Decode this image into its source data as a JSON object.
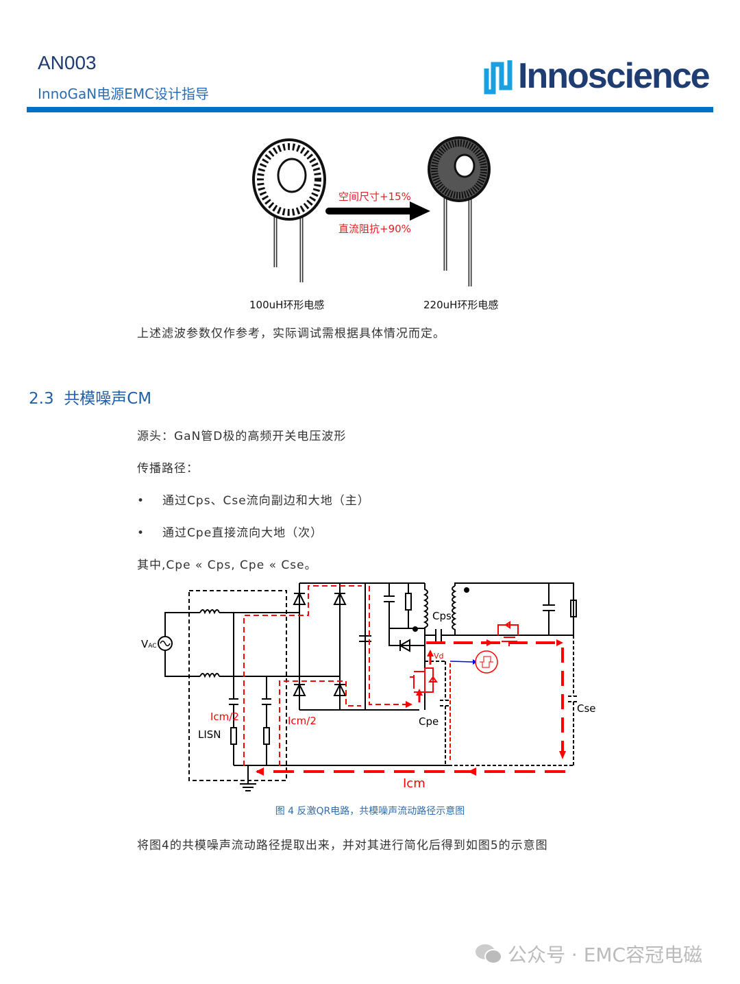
{
  "header": {
    "doc_id": "AN003",
    "subtitle": "InnoGaN电源EMC设计指导",
    "logo_text": "Innoscience",
    "accent_color": "#0070c0"
  },
  "figure_inductors": {
    "arrow_top_label": "空间尺寸+15%",
    "arrow_bottom_label": "直流阻抗+90%",
    "left_caption": "100uH环形电感",
    "right_caption": "220uH环形电感"
  },
  "para_filter_note": "上述滤波参数仅作参考，实际调试需根据具体情况而定。",
  "section": {
    "number": "2.3",
    "title": "共模噪声CM"
  },
  "source_line": "源头：GaN管D极的高频开关电压波形",
  "path_label": "传播路径：",
  "bullets": [
    "通过Cps、Cse流向副边和大地（主）",
    "通过Cpe直接流向大地（次）"
  ],
  "relation_line": "其中,Cpe « Cps, Cpe « Cse。",
  "circuit": {
    "vac": "V",
    "vac_sub": "AC",
    "cps": "Cps",
    "cse": "Cse",
    "cpe": "Cpe",
    "lisn": "LISN",
    "icm_half_left": "Icm/2",
    "icm_half_right": "Icm/2",
    "icm": "Icm",
    "vd": "Vd",
    "path_color": "#ff0000"
  },
  "figure_caption": "图 4 反激QR电路，共模噪声流动路径示意图",
  "closing_para": "将图4的共模噪声流动路径提取出来，并对其进行简化后得到如图5的示意图",
  "watermark": "公众号 · EMC容冠电磁"
}
